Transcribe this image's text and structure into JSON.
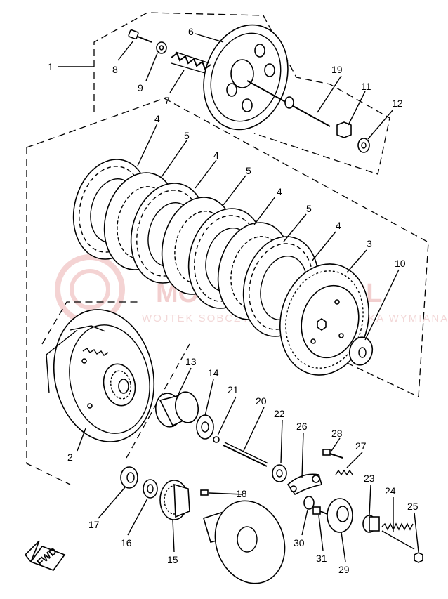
{
  "watermark": {
    "brand": "MOTO-DEMER.PL",
    "tagline": "WOJTEK  SOBCZYK  SOKOLNIKI  WIELKA  WYMIANA"
  },
  "fwd_label": "FWD",
  "part_numbers": [
    "1",
    "2",
    "3",
    "4",
    "4",
    "4",
    "4",
    "5",
    "5",
    "5",
    "6",
    "7",
    "8",
    "9",
    "10",
    "11",
    "12",
    "13",
    "14",
    "15",
    "16",
    "17",
    "18",
    "19",
    "20",
    "21",
    "22",
    "23",
    "24",
    "25",
    "26",
    "27",
    "28",
    "29",
    "30",
    "31"
  ]
}
